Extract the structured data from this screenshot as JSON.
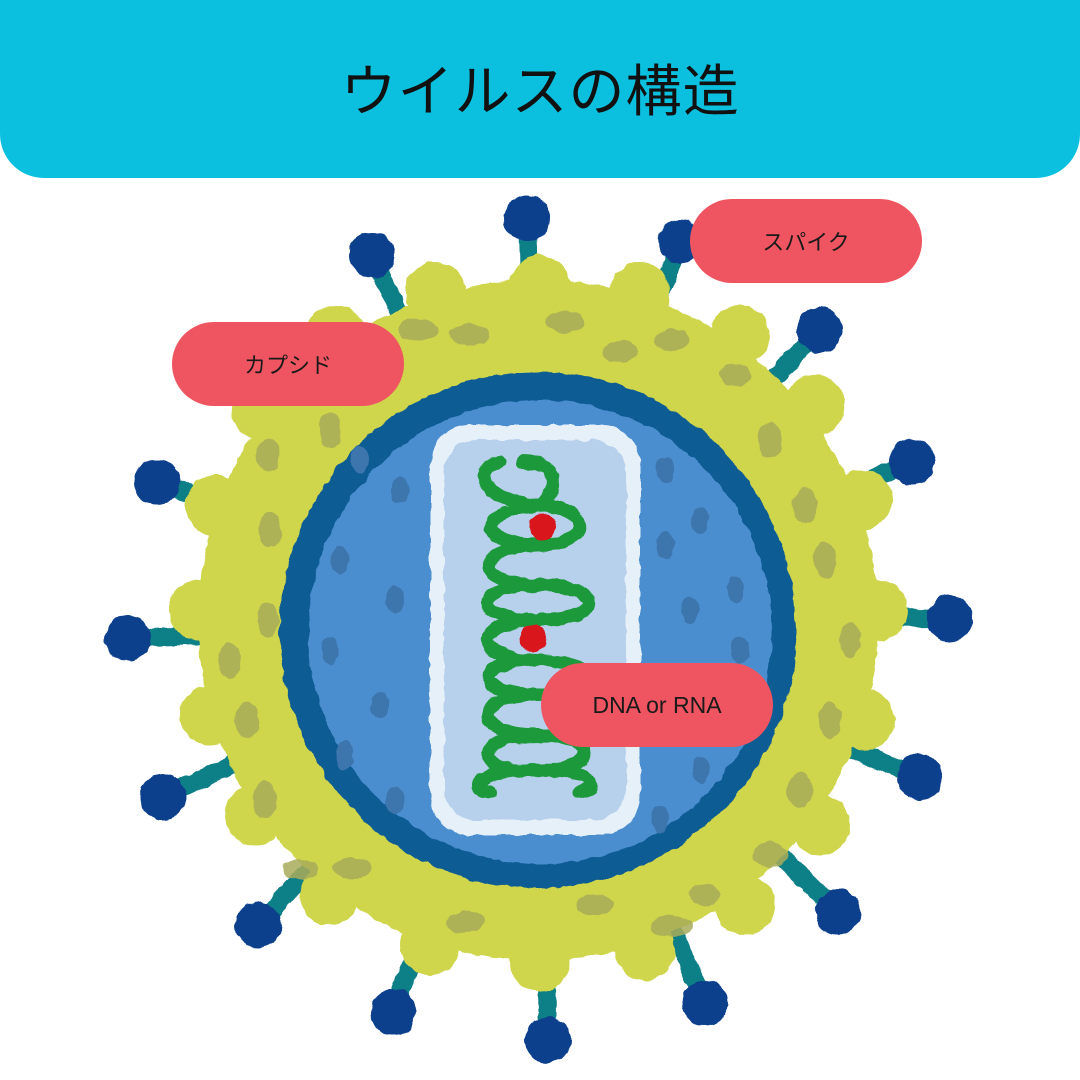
{
  "header": {
    "title": "ウイルスの構造",
    "background_color": "#0bc0df"
  },
  "labels": {
    "spike": "スパイク",
    "capsid": "カプシド",
    "genome": "DNA or RNA",
    "label_color": "#ef5560"
  },
  "illustration": {
    "subject": "virus-structure",
    "colors": {
      "envelope": "#cfd64b",
      "envelope_spots": "#a9ac5a",
      "capsid_outer": "#0b5b94",
      "capsid_inner": "#4c8ed0",
      "capsid_spots": "#3d74ad",
      "core_border": "#e6f0f8",
      "core_fill": "#b7d1ec",
      "helix": "#1f9a3a",
      "dots": "#d9141e",
      "spike_stalk": "#117f86",
      "spike_head": "#0b3f8c"
    }
  }
}
